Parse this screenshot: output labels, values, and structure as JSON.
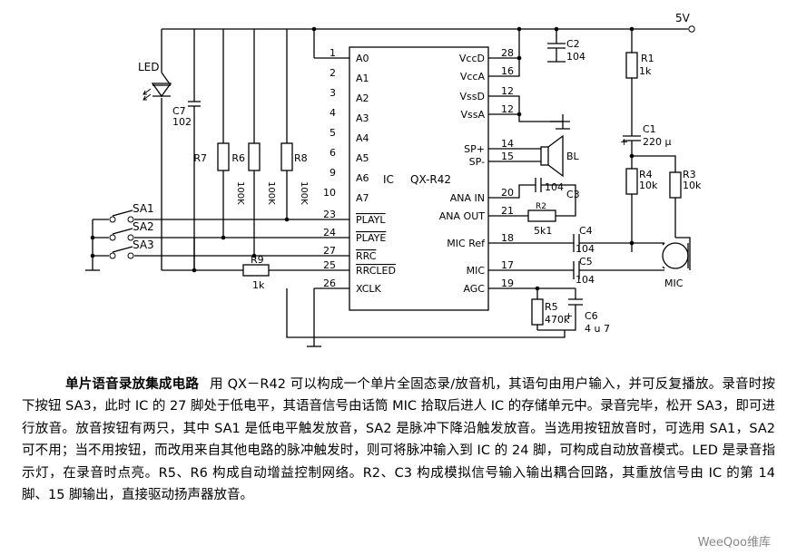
{
  "diagram": {
    "ic": {
      "name": "QX-R42",
      "ic_label": "IC",
      "left_pins": [
        {
          "num": "1",
          "name": "A0"
        },
        {
          "num": "2",
          "name": "A1"
        },
        {
          "num": "3",
          "name": "A2"
        },
        {
          "num": "4",
          "name": "A3"
        },
        {
          "num": "5",
          "name": "A4"
        },
        {
          "num": "6",
          "name": "A5"
        },
        {
          "num": "9",
          "name": "A6"
        },
        {
          "num": "10",
          "name": "A7"
        },
        {
          "num": "23",
          "name": "PLAYL"
        },
        {
          "num": "24",
          "name": "PLAYE"
        },
        {
          "num": "27",
          "name": "RRC"
        },
        {
          "num": "25",
          "name": "RRCLED"
        },
        {
          "num": "26",
          "name": "XCLK"
        }
      ],
      "right_pins": [
        {
          "num": "28",
          "name": "VccD"
        },
        {
          "num": "16",
          "name": "VccA"
        },
        {
          "num": "12",
          "name": "VssD"
        },
        {
          "num": "12",
          "name": "VssA"
        },
        {
          "num": "14",
          "name": "SP+"
        },
        {
          "num": "15",
          "name": "SP-"
        },
        {
          "num": "20",
          "name": "ANA  IN"
        },
        {
          "num": "21",
          "name": "ANA  OUT"
        },
        {
          "num": "18",
          "name": "MIC   Ref"
        },
        {
          "num": "17",
          "name": "MIC"
        },
        {
          "num": "19",
          "name": "AGC"
        }
      ]
    },
    "supply": "5V",
    "components": {
      "led": "LED",
      "c7": {
        "name": "C7",
        "value": "102"
      },
      "r7": {
        "name": "R7",
        "value": "100K"
      },
      "r6": {
        "name": "R6",
        "value": "100K"
      },
      "r8": {
        "name": "R8",
        "value": "100K"
      },
      "sa1": "SA1",
      "sa2": "SA2",
      "sa3": "SA3",
      "r9": {
        "name": "R9",
        "value": "1k"
      },
      "c2": {
        "name": "C2",
        "value": "104"
      },
      "r1": {
        "name": "R1",
        "value": "1k"
      },
      "c1": {
        "name": "C1",
        "value": "220 μ"
      },
      "r4": {
        "name": "R4",
        "value": "10k"
      },
      "r3": {
        "name": "R3",
        "value": "10k"
      },
      "bl": "BL",
      "c3": {
        "name": "C3",
        "value": "104"
      },
      "r2": {
        "name": "R2",
        "value": "5k1"
      },
      "c4": {
        "name": "C4",
        "value": "104"
      },
      "c5": {
        "name": "C5",
        "value": "104"
      },
      "mic": "MIC",
      "r5": {
        "name": "R5",
        "value": "470k"
      },
      "c6": {
        "name": "C6",
        "value": "4 u 7"
      }
    }
  },
  "caption": {
    "title": "单片语音录放集成电路",
    "body": "用 QX－R42 可以构成一个单片全固态录/放音机，其语句由用户输入，并可反复播放。录音时按下按钮 SA3，此时 IC 的 27 脚处于低电平，其语音信号由话筒 MIC 拾取后进人 IC 的存储单元中。录音完毕，松开 SA3，即可进行放音。放音按钮有两只，其中 SA1 是低电平触发放音，SA2 是脉冲下降沿触发放音。当选用按钮放音时，可选用 SA1，SA2 可不用；当不用按钮，而改用来自其他电路的脉冲触发时，则可将脉冲输入到 IC 的 24 脚，可构成自动放音模式。LED 是录音指示灯，在录音时点亮。R5、R6 构成自动增益控制网络。R2、C3 构成模拟信号输入输出耦合回路，其重放信号由 IC 的第 14 脚、15 脚输出，直接驱动扬声器放音。"
  },
  "watermark": "WeeQoo维库"
}
